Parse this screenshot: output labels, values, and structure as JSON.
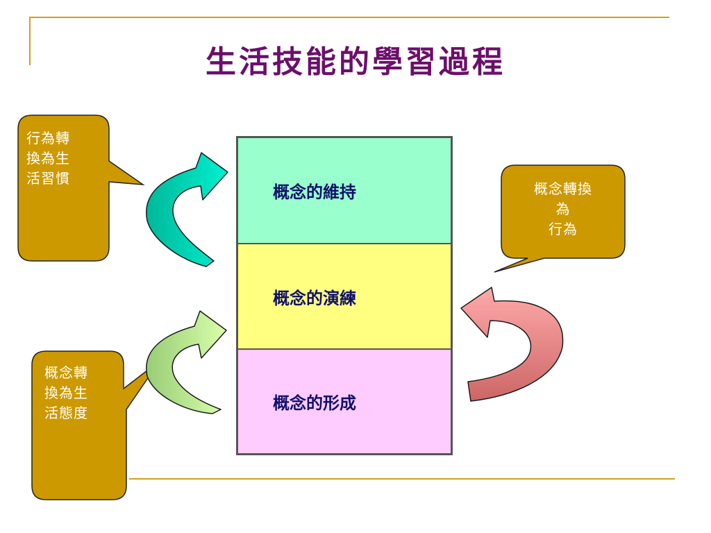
{
  "title": "生活技能的學習過程",
  "colors": {
    "title": "#6b0f6b",
    "frame": "#d4a017",
    "callout_fill": "#cc9900",
    "stage_text": "#10106b",
    "border": "#555555"
  },
  "stages": [
    {
      "label": "概念的維持",
      "color": "#99ffcc"
    },
    {
      "label": "概念的演練",
      "color": "#ffff80"
    },
    {
      "label": "概念的形成",
      "color": "#ffccff"
    }
  ],
  "callouts": {
    "top_left": {
      "lines": [
        "行為轉",
        "換為生",
        "活習慣"
      ]
    },
    "bottom_left": {
      "lines": [
        "概念轉",
        "換為生",
        "活態度"
      ]
    },
    "right": {
      "lines": [
        "概念轉換",
        "為",
        "行為"
      ]
    }
  },
  "arrows": [
    {
      "name": "curved-arrow-teal",
      "color": "#00e0c0"
    },
    {
      "name": "curved-arrow-lightgreen",
      "color": "#ccff99"
    },
    {
      "name": "curved-arrow-pink",
      "color": "#ff9999"
    }
  ]
}
